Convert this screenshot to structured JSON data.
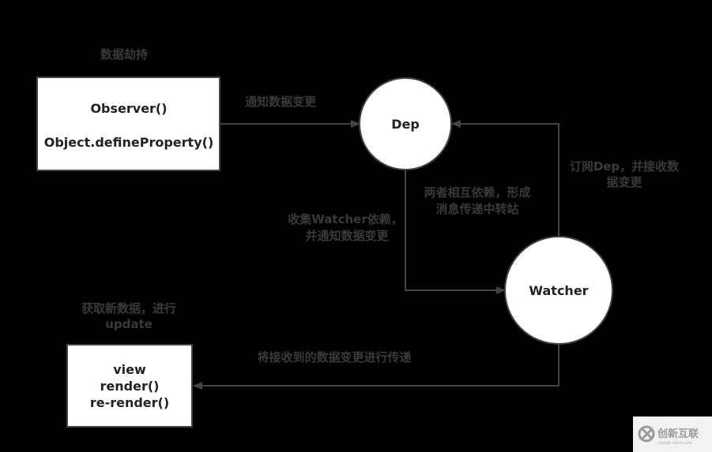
{
  "labels": {
    "hijack": "数据劫持",
    "notify_change": "通知数据变更",
    "subscribe_1": "订阅Dep，并接收数",
    "subscribe_2": "据变更",
    "mutual_1": "两者相互依赖，形成",
    "mutual_2": "消息传递中转站",
    "collect_1": "收集Watcher依赖，",
    "collect_2": "并通知数据变更",
    "fetch_1": "获取新数据，进行",
    "fetch_2": "update",
    "pass_on": "将接收到的数据变更进行传递"
  },
  "nodes": {
    "observer": [
      "Observer()",
      "Object.defineProperty()"
    ],
    "dep": "Dep",
    "watcher": "Watcher",
    "view": [
      "view",
      "render()",
      "re-render()"
    ]
  },
  "watermark": {
    "text": "创新互联",
    "subtext": "CHUANG XIN HU LIAN"
  },
  "colors": {
    "background": "#000000",
    "line": "#444444",
    "text": "#3a3a3a",
    "node_fill": "#ffffff"
  }
}
